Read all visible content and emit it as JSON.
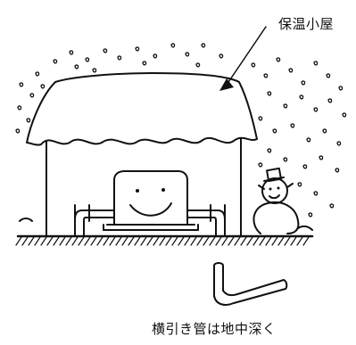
{
  "labels": {
    "hut": "保温小屋",
    "pipe": "横引き管は地中深く"
  },
  "colors": {
    "ink": "#111111",
    "background": "#ffffff"
  },
  "icons": {
    "hut": "warming-hut-icon",
    "pump": "smiling-pump-icon",
    "snowman": "snowman-icon",
    "pipe": "underground-pipe-icon",
    "snow": "snowflake-dots"
  }
}
